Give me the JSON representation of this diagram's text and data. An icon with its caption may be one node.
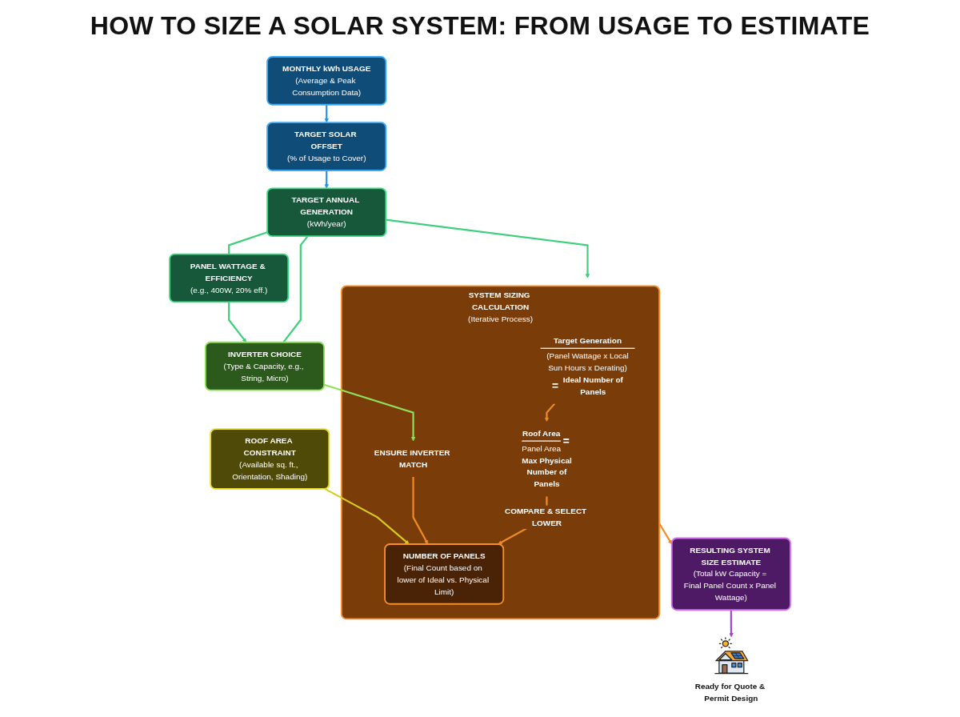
{
  "diagram": {
    "title": "HOW TO SIZE A SOLAR SYSTEM: FROM USAGE TO ESTIMATE",
    "nodes": [
      {
        "text": [
          "MONTHLY kWh USAGE",
          "(Average & Peak Consumption Data)"
        ]
      },
      {
        "text": [
          "TARGET SOLAR OFFSET",
          "(% of Usage to Cover)"
        ]
      },
      {
        "text": [
          "TARGET ANNUAL GENERATION",
          "(kWh/year)"
        ]
      },
      {
        "text": [
          "PANEL WATTAGE & EFFICIENCY",
          "(e.g., 400W, 20% eff.)"
        ]
      },
      {
        "text": [
          "INVERTER CHOICE",
          "(Type & Capacity, e.g., String, Micro)"
        ]
      },
      {
        "text": [
          "ROOF AREA CONSTRAINT",
          "(Available sq. ft., Orientation, Shading)"
        ]
      },
      {
        "text": [
          "SYSTEM SIZING CALCULATION",
          "(Iterative Process)"
        ]
      },
      {
        "text": [
          "Target Generation",
          "(Panel Wattage x Local Sun Hours x Derating)",
          "=",
          "Ideal Number of Panels"
        ],
        "in": 6
      },
      {
        "text": [
          "Roof Area",
          "Panel Area",
          "=",
          "Max Physical Number of Panels"
        ],
        "in": 6
      },
      {
        "text": [
          "ENSURE INVERTER MATCH"
        ],
        "in": 6
      },
      {
        "text": [
          "NUMBER OF PANELS",
          "(Final Count based on lower of Ideal vs. Physical Limit)"
        ],
        "in": 6
      },
      {
        "text": [
          "RESULTING SYSTEM SIZE ESTIMATE",
          "(Total kW Capacity = Final Panel Count x Panel Wattage)"
        ]
      },
      {
        "text": [],
        "shape": "picture",
        "beside": [
          "Ready for Quote & Permit Design"
        ]
      }
    ],
    "edges": [
      {
        "from": 0,
        "to": 1,
        "arrow": "to",
        "color": "#2f8fdc"
      },
      {
        "from": 1,
        "to": 2,
        "arrow": "to",
        "color": "#2f8fdc"
      },
      {
        "from": 2,
        "to": 6,
        "arrow": "to",
        "color": "#3ecf7a"
      },
      {
        "from": 2,
        "to": 3,
        "arrow": "none",
        "color": "#3ecf7a"
      },
      {
        "from": 2,
        "to": 4,
        "arrow": "none",
        "color": "#3ecf7a"
      },
      {
        "from": 3,
        "to": 4,
        "arrow": "to",
        "color": "#3ecf7a"
      },
      {
        "from": 4,
        "to": 9,
        "arrow": "to",
        "color": "#8fe05a"
      },
      {
        "from": 7,
        "to": 8,
        "arrow": "to",
        "color": "#f08c28"
      },
      {
        "from": 8,
        "to": 10,
        "arrow": "to",
        "label": "COMPARE & SELECT LOWER",
        "color": "#f08c28"
      },
      {
        "from": 9,
        "to": 10,
        "arrow": "to",
        "color": "#f08c28"
      },
      {
        "from": 5,
        "to": 10,
        "arrow": "to",
        "color": "#d8cc20"
      },
      {
        "from": 6,
        "to": 11,
        "arrow": "to",
        "color": "#f08c28"
      },
      {
        "from": 11,
        "to": 12,
        "arrow": "to",
        "color": "#a545c8"
      }
    ]
  }
}
